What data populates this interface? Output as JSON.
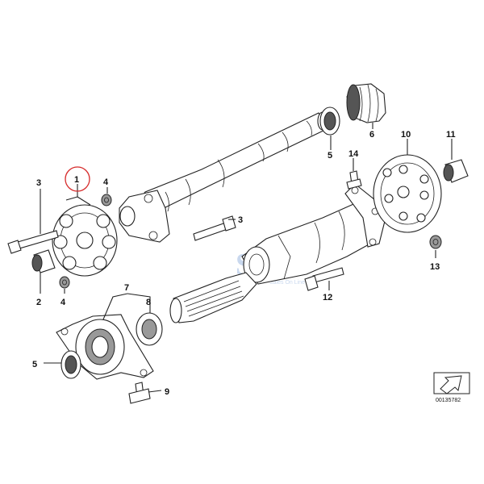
{
  "watermark": {
    "brand": "SOL",
    "tagline": "Sales On Line"
  },
  "diagram_code": "00135782",
  "highlight_color": "#d62a2a",
  "callouts": {
    "c1": "1",
    "c2": "2",
    "c3a": "3",
    "c3b": "3",
    "c4a": "4",
    "c4b": "4",
    "c5a": "5",
    "c5b": "5",
    "c6": "6",
    "c7": "7",
    "c8": "8",
    "c9": "9",
    "c10": "10",
    "c11": "11",
    "c12": "12",
    "c13": "13",
    "c14": "14"
  }
}
